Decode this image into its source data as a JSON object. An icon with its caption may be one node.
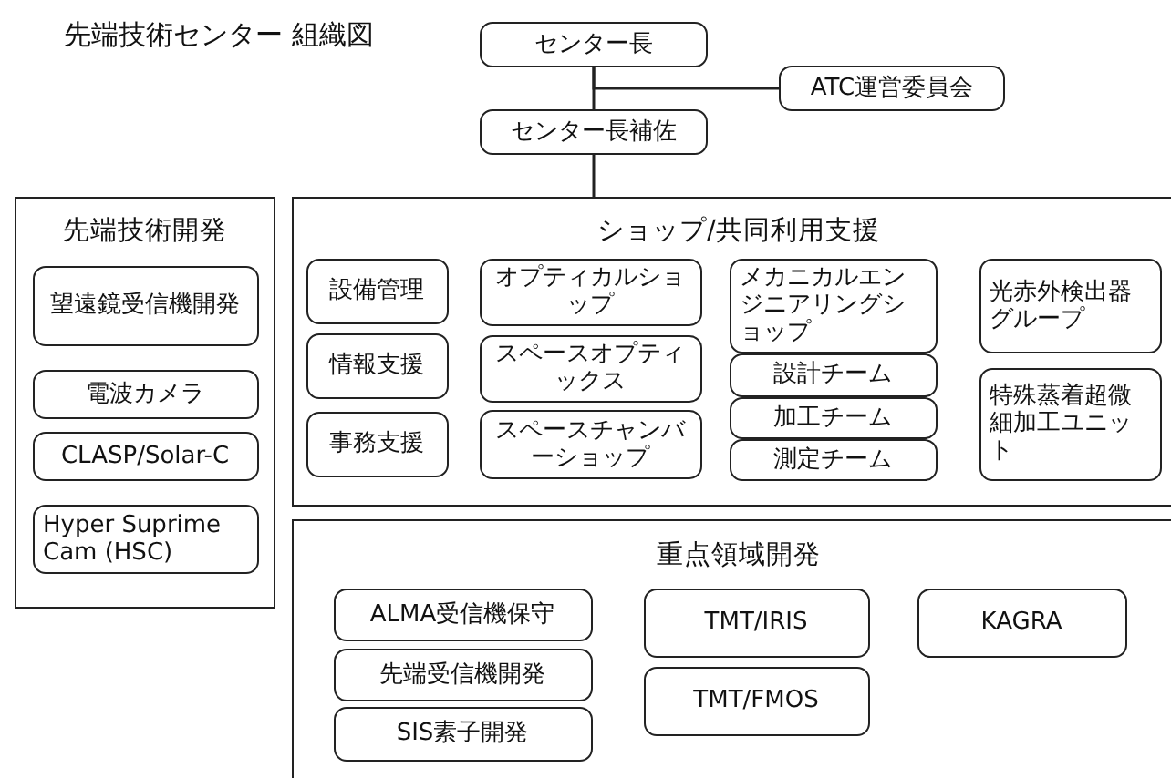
{
  "diagram": {
    "title": "先端技術センター 組織図",
    "nodes": [
      {
        "text": [
          "センター長"
        ]
      },
      {
        "text": [
          "ATC運営委員会"
        ]
      },
      {
        "text": [
          "センター長補佐"
        ]
      },
      {
        "text": [
          "先端技術開発"
        ]
      },
      {
        "text": [
          "望遠鏡受信機開発"
        ],
        "in": 3
      },
      {
        "text": [
          "電波カメラ"
        ],
        "in": 3
      },
      {
        "text": [
          "CLASP/Solar-C"
        ],
        "in": 3
      },
      {
        "text": [
          "Hyper Suprime Cam (HSC)"
        ],
        "in": 3
      },
      {
        "text": [
          "ショップ/共同利用支援"
        ]
      },
      {
        "text": [
          "設備管理"
        ],
        "in": 8
      },
      {
        "text": [
          "情報支援"
        ],
        "in": 8
      },
      {
        "text": [
          "事務支援"
        ],
        "in": 8
      },
      {
        "text": [
          "オプティカルショップ"
        ],
        "in": 8
      },
      {
        "text": [
          "スペースオプティックス"
        ],
        "in": 8
      },
      {
        "text": [
          "スペースチャンバーショップ"
        ],
        "in": 8
      },
      {
        "text": [
          "メカニカルエンジニアリングショップ"
        ],
        "in": 8
      },
      {
        "text": [
          "設計チーム"
        ],
        "in": 8
      },
      {
        "text": [
          "加工チーム"
        ],
        "in": 8
      },
      {
        "text": [
          "測定チーム"
        ],
        "in": 8
      },
      {
        "text": [
          "光赤外検出器グループ"
        ],
        "in": 8
      },
      {
        "text": [
          "特殊蒸着超微細加工ユニット"
        ],
        "in": 8
      },
      {
        "text": [
          "重点領域開発"
        ]
      },
      {
        "text": [
          "ALMA受信機保守"
        ],
        "in": 21
      },
      {
        "text": [
          "先端受信機開発"
        ],
        "in": 21
      },
      {
        "text": [
          "SIS素子開発"
        ],
        "in": 21
      },
      {
        "text": [
          "TMT/IRIS"
        ],
        "in": 21
      },
      {
        "text": [
          "TMT/FMOS"
        ],
        "in": 21
      },
      {
        "text": [
          "KAGRA"
        ],
        "in": 21
      }
    ],
    "edges": [
      {
        "from": 0,
        "to": 2,
        "arrow": "none"
      },
      {
        "from": 0,
        "to": 1,
        "arrow": "none"
      },
      {
        "from": 2,
        "to": 8,
        "arrow": "none"
      }
    ]
  }
}
